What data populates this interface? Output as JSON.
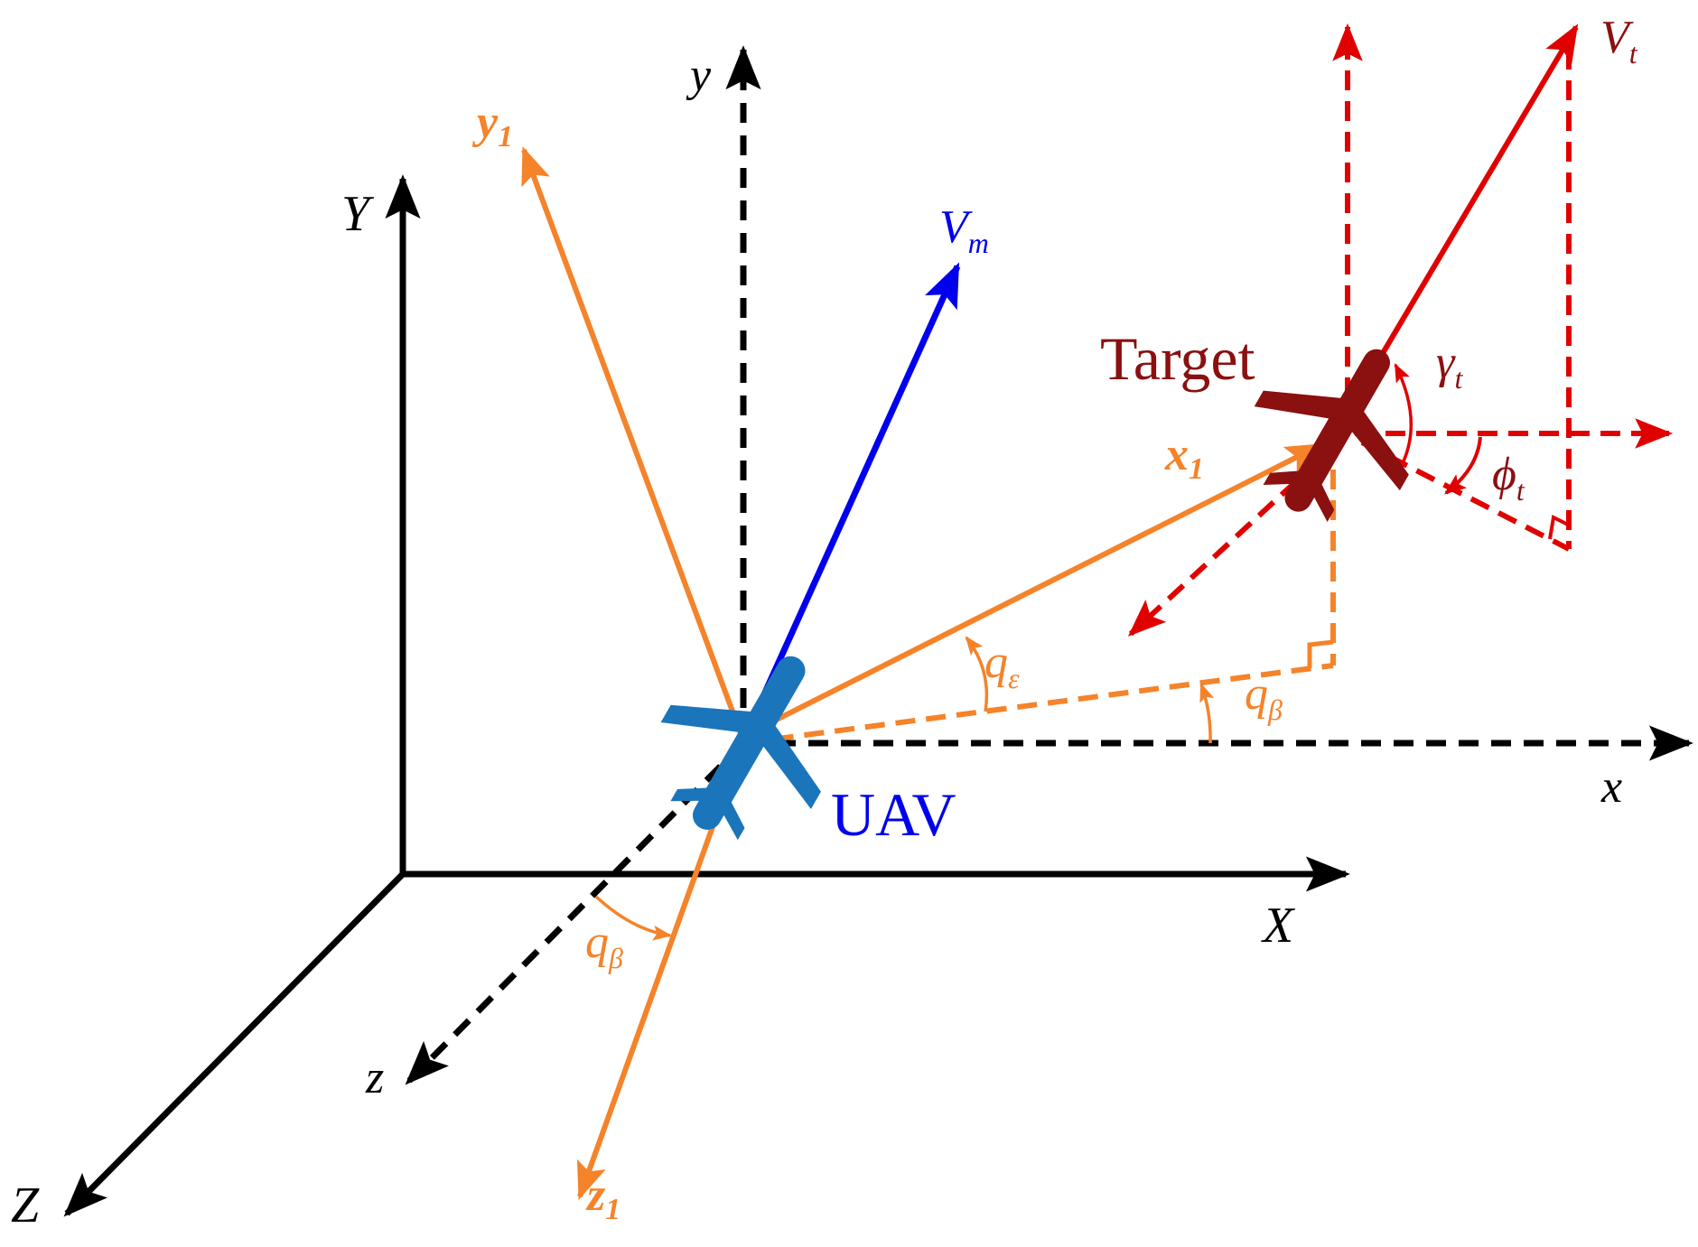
{
  "colors": {
    "axis": "#000000",
    "los": "#F5832A",
    "uav_velocity": "#0000EE",
    "uav_body": "#1B75BB",
    "target_body": "#8B1010",
    "target_velocity": "#E00000"
  },
  "labels": {
    "Y": "Y",
    "X": "X",
    "Z": "Z",
    "y": "y",
    "x": "x",
    "z": "z",
    "y1_main": "y",
    "y1_sub": "1",
    "x1_main": "x",
    "x1_sub": "1",
    "z1_main": "z",
    "z1_sub": "1",
    "Vm_main": "V",
    "Vm_sub": "m",
    "Vt_main": "V",
    "Vt_sub": "t",
    "gamma_main": "γ",
    "gamma_sub": "t",
    "phi_main": "ϕ",
    "phi_sub": "t",
    "qe_main": "q",
    "qe_sub": "ε",
    "qb1_main": "q",
    "qb1_sub": "β",
    "qb2_main": "q",
    "qb2_sub": "β",
    "uav": "UAV",
    "target": "Target"
  },
  "icons": {
    "uav": "airplane-icon",
    "target": "airplane-icon"
  }
}
